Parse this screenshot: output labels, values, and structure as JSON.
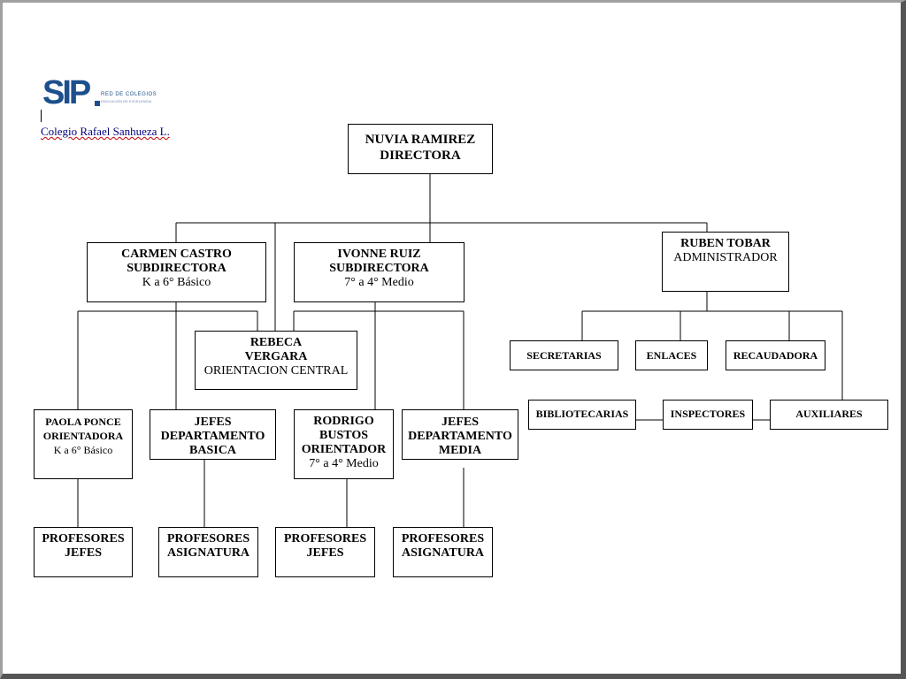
{
  "logo": {
    "brand": "SIP",
    "tagline": "RED DE COLEGIOS",
    "subtagline": "EDUCACIÓN DE EXCELENCIA"
  },
  "school_name": "Colegio Rafael Sanhueza L.",
  "nodes": {
    "director": {
      "name": "NUVIA RAMIREZ",
      "role": "DIRECTORA"
    },
    "carmen": {
      "name": "CARMEN CASTRO",
      "role": "SUBDIRECTORA",
      "scope": "K a 6° Básico"
    },
    "ivonne": {
      "name": "IVONNE RUIZ",
      "role": "SUBDIRECTORA",
      "scope": "7° a 4° Medio"
    },
    "ruben": {
      "name": "RUBEN TOBAR",
      "role": "ADMINISTRADOR"
    },
    "rebeca": {
      "line1": "REBECA",
      "line2": "VERGARA",
      "role": "ORIENTACION CENTRAL"
    },
    "paola": {
      "line1": "PAOLA PONCE",
      "line2": "ORIENTADORA",
      "scope": "K a 6° Básico"
    },
    "jefes_basica": {
      "line1": "JEFES",
      "line2": "DEPARTAMENTO",
      "line3": "BASICA"
    },
    "rodrigo": {
      "line1": "RODRIGO",
      "line2": "BUSTOS",
      "line3": "ORIENTADOR",
      "scope": "7° a 4° Medio"
    },
    "jefes_media": {
      "line1": "JEFES",
      "line2": "DEPARTAMENTO",
      "line3": "MEDIA"
    },
    "prof_jefes_1": {
      "line1": "PROFESORES",
      "line2": "JEFES"
    },
    "prof_asig_1": {
      "line1": "PROFESORES",
      "line2": "ASIGNATURA"
    },
    "prof_jefes_2": {
      "line1": "PROFESORES",
      "line2": "JEFES"
    },
    "prof_asig_2": {
      "line1": "PROFESORES",
      "line2": "ASIGNATURA"
    },
    "secretarias": {
      "label": "SECRETARIAS"
    },
    "enlaces": {
      "label": "ENLACES"
    },
    "recaudadora": {
      "label": "RECAUDADORA"
    },
    "bibliotecarias": {
      "label": "BIBLIOTECARIAS"
    },
    "inspectores": {
      "label": "INSPECTORES"
    },
    "auxiliares": {
      "label": "AUXILIARES"
    }
  }
}
